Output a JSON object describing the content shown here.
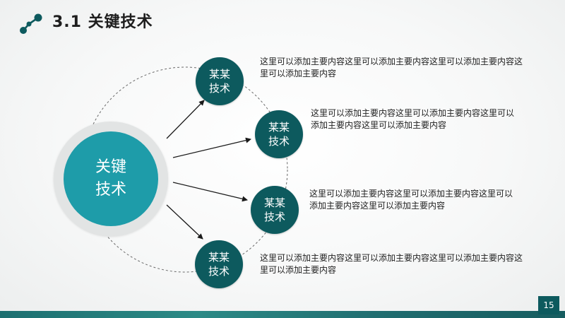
{
  "header": {
    "title": "3.1 关键技术",
    "icon": "share-network-icon"
  },
  "center": {
    "label": "关键技术"
  },
  "nodes": [
    {
      "label": "某某技术",
      "description": "这里可以添加主要内容这里可以添加主要内容这里可以添加主要内容这里可以添加主要内容"
    },
    {
      "label": "某某技术",
      "description": "这里可以添加主要内容这里可以添加主要内容这里可以添加主要内容这里可以添加主要内容"
    },
    {
      "label": "某某技术",
      "description": "这里可以添加主要内容这里可以添加主要内容这里可以添加主要内容这里可以添加主要内容"
    },
    {
      "label": "某某技术",
      "description": "这里可以添加主要内容这里可以添加主要内容这里可以添加主要内容这里可以添加主要内容"
    }
  ],
  "footer": {
    "page_number": "15"
  },
  "colors": {
    "accent": "#1e9ca9",
    "node": "#0d5a5e",
    "ring": "#e2e4e4",
    "text": "#1e1e1e"
  }
}
